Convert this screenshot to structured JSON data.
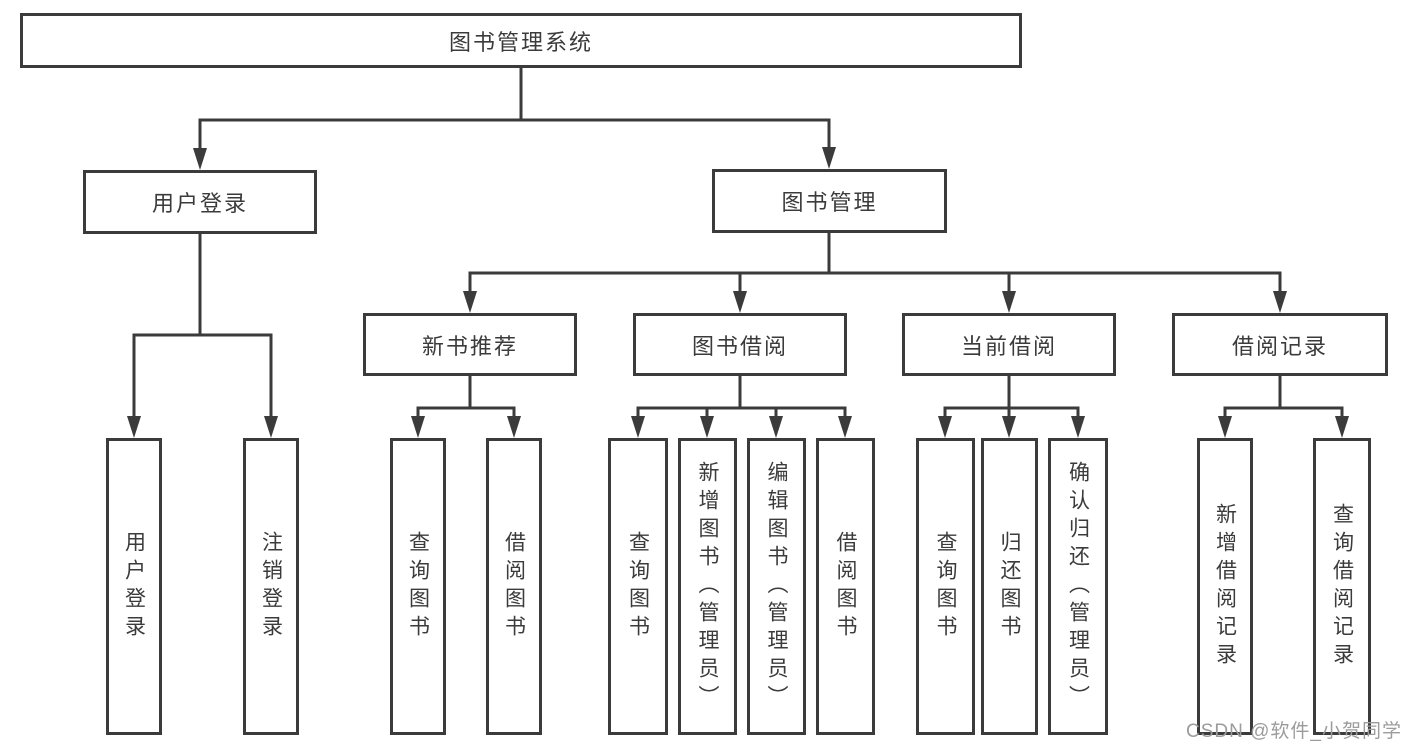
{
  "diagram": {
    "title": "图书管理系统",
    "root": {
      "label": "图书管理系统"
    },
    "branches": [
      {
        "label": "用户登录",
        "children": [
          {
            "label": "用户登录"
          },
          {
            "label": "注销登录"
          }
        ]
      },
      {
        "label": "图书管理",
        "children": [
          {
            "label": "新书推荐",
            "children": [
              {
                "label": "查询图书"
              },
              {
                "label": "借阅图书"
              }
            ]
          },
          {
            "label": "图书借阅",
            "children": [
              {
                "label": "查询图书"
              },
              {
                "label": "新增图书（管理员）"
              },
              {
                "label": "编辑图书（管理员）"
              },
              {
                "label": "借阅图书"
              }
            ]
          },
          {
            "label": "当前借阅",
            "children": [
              {
                "label": "查询图书"
              },
              {
                "label": "归还图书"
              },
              {
                "label": "确认归还（管理员）"
              }
            ]
          },
          {
            "label": "借阅记录",
            "children": [
              {
                "label": "新增借阅记录"
              },
              {
                "label": "查询借阅记录"
              }
            ]
          }
        ]
      }
    ]
  },
  "watermark": {
    "text": "CSDN @软件_小贺同学"
  },
  "colors": {
    "line": "#3b3b3b",
    "text": "#3b3b3b",
    "watermark": "#9c9c9c",
    "background": "#ffffff"
  }
}
